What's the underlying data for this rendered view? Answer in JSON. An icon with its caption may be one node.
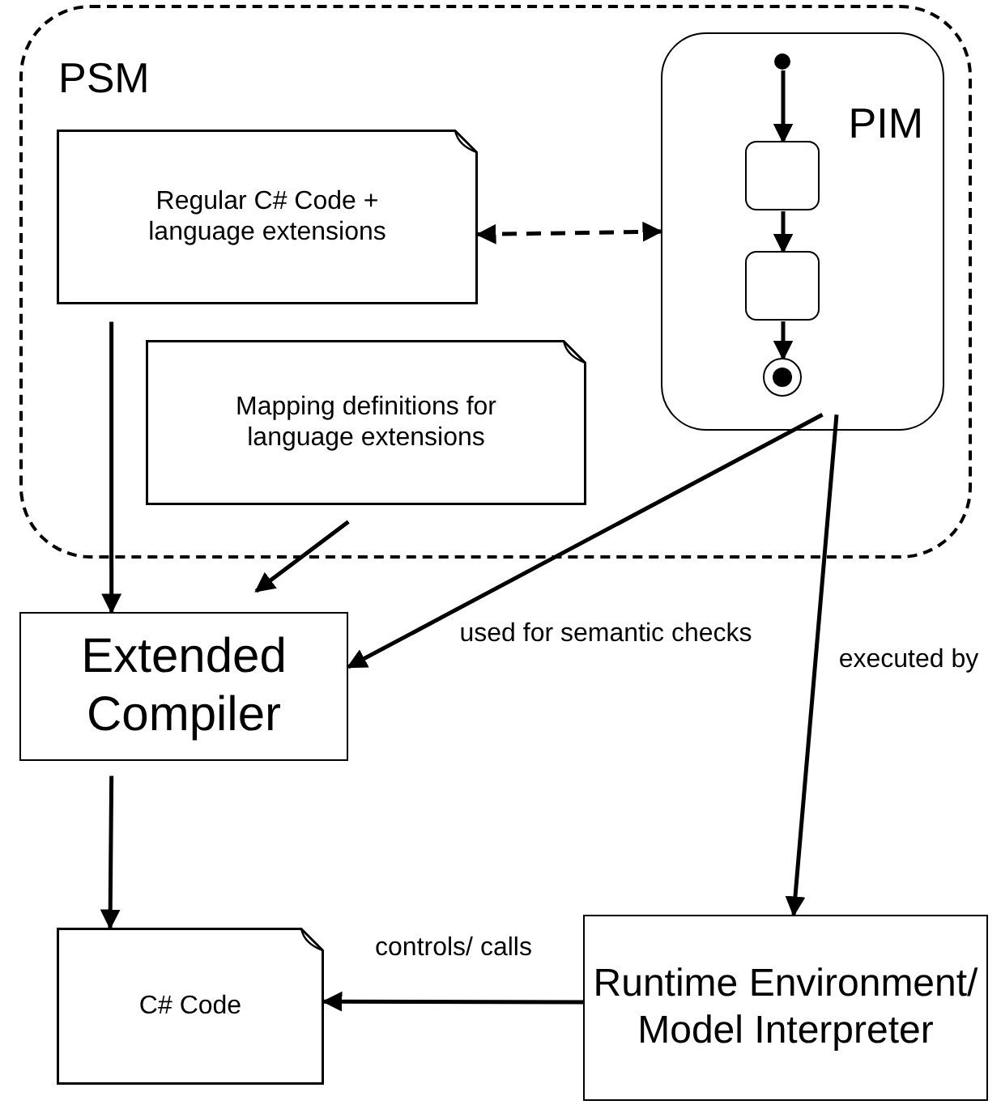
{
  "diagram": {
    "nodes": [
      {
        "text": [
          "PSM"
        ]
      },
      {
        "text": [
          "Regular C# Code + language extensions"
        ],
        "in": 0
      },
      {
        "text": [
          "Mapping definitions for language extensions"
        ],
        "in": 0
      },
      {
        "text": [
          "PIM"
        ],
        "in": 0
      },
      {
        "text": [],
        "shape": "circle",
        "in": 3
      },
      {
        "text": [],
        "shape": "box",
        "in": 3
      },
      {
        "text": [],
        "shape": "box",
        "in": 3
      },
      {
        "text": [],
        "shape": "circle",
        "in": 3
      },
      {
        "text": [
          "Extended Compiler"
        ]
      },
      {
        "text": [
          "C# Code"
        ]
      },
      {
        "text": [
          "Runtime Environment/ Model Interpreter"
        ]
      }
    ],
    "edges": [
      {
        "from": 1,
        "to": 3,
        "arrow": "both",
        "style": "dashed"
      },
      {
        "from": 4,
        "to": 5,
        "arrow": "to"
      },
      {
        "from": 5,
        "to": 6,
        "arrow": "to"
      },
      {
        "from": 6,
        "to": 7,
        "arrow": "to"
      },
      {
        "from": 1,
        "to": 8,
        "arrow": "to"
      },
      {
        "from": 2,
        "to": 8,
        "arrow": "to"
      },
      {
        "from": 3,
        "to": 8,
        "arrow": "to",
        "label": "used for semantic checks"
      },
      {
        "from": 3,
        "to": 10,
        "arrow": "to",
        "label": "executed by"
      },
      {
        "from": 8,
        "to": 9,
        "arrow": "to"
      },
      {
        "from": 10,
        "to": 9,
        "arrow": "to",
        "label": "controls/ calls"
      }
    ]
  }
}
